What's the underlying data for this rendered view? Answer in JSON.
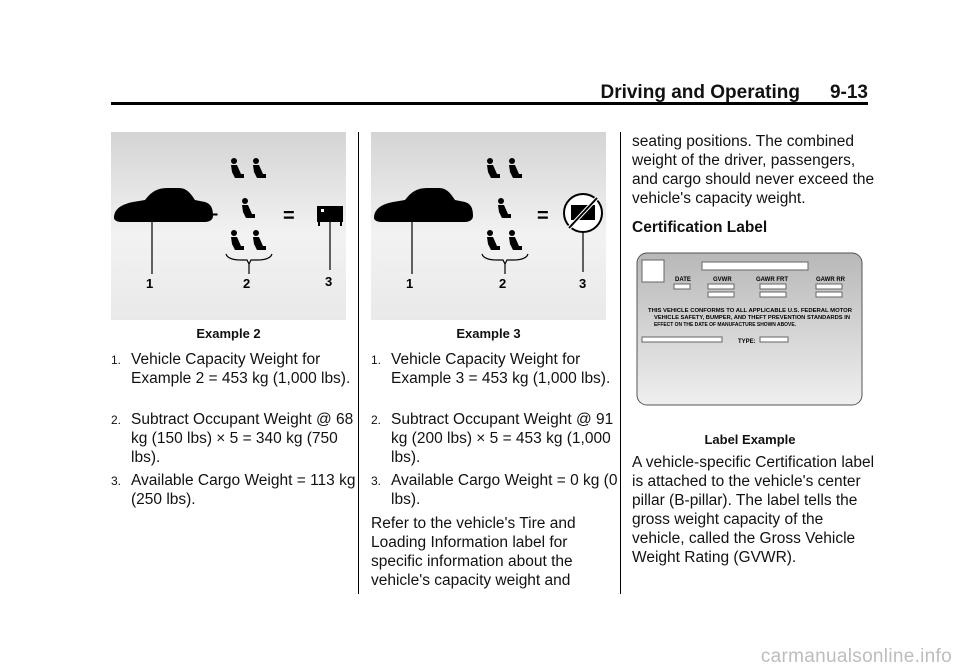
{
  "header": {
    "section": "Driving and Operating",
    "page": "9-13"
  },
  "col1": {
    "figure_labels": [
      "1",
      "2",
      "3"
    ],
    "symbols": {
      "minus": "–",
      "equals": "="
    },
    "caption": "Example 2",
    "items": [
      {
        "num": "1.",
        "text": "Vehicle Capacity Weight for Example 2 = 453 kg (1,000 lbs)."
      },
      {
        "num": "2.",
        "text": "Subtract Occupant Weight @ 68 kg (150 lbs) × 5 = 340 kg (750 lbs)."
      },
      {
        "num": "3.",
        "text": "Available Cargo Weight = 113 kg (250 lbs)."
      }
    ]
  },
  "col2": {
    "figure_labels": [
      "1",
      "2",
      "3"
    ],
    "symbols": {
      "minus": "–",
      "equals": "="
    },
    "caption": "Example 3",
    "items": [
      {
        "num": "1.",
        "text": "Vehicle Capacity Weight for Example 3 = 453 kg (1,000 lbs)."
      },
      {
        "num": "2.",
        "text": "Subtract Occupant Weight @ 91 kg (200 lbs) × 5 = 453 kg (1,000 lbs)."
      },
      {
        "num": "3.",
        "text": "Available Cargo Weight = 0 kg (0 lbs)."
      }
    ],
    "paragraph": "Refer to the vehicle's Tire and Loading Information label for specific information about the vehicle's capacity weight and"
  },
  "col3": {
    "paragraph_top": "seating positions. The combined weight of the driver, passengers, and cargo should never exceed the vehicle's capacity weight.",
    "subheading": "Certification Label",
    "label": {
      "date": "DATE",
      "gvwr": "GVWR",
      "gawr_frt": "GAWR FRT",
      "gawr_rr": "GAWR RR",
      "statement_line1": "THIS VEHICLE CONFORMS TO ALL APPLICABLE U.S. FEDERAL MOTOR",
      "statement_line2": "VEHICLE SAFETY, BUMPER, AND THEFT PREVENTION STANDARDS IN",
      "statement_line3": "EFFECT ON THE DATE OF MANUFACTURE SHOWN ABOVE.",
      "type": "TYPE:"
    },
    "caption": "Label Example",
    "paragraph_bottom": "A vehicle-specific Certification label is attached to the vehicle's center pillar (B-pillar). The label tells the gross weight capacity of the vehicle, called the Gross Vehicle Weight Rating (GVWR)."
  },
  "footer": {
    "brand": "carmanualsonline.info"
  }
}
